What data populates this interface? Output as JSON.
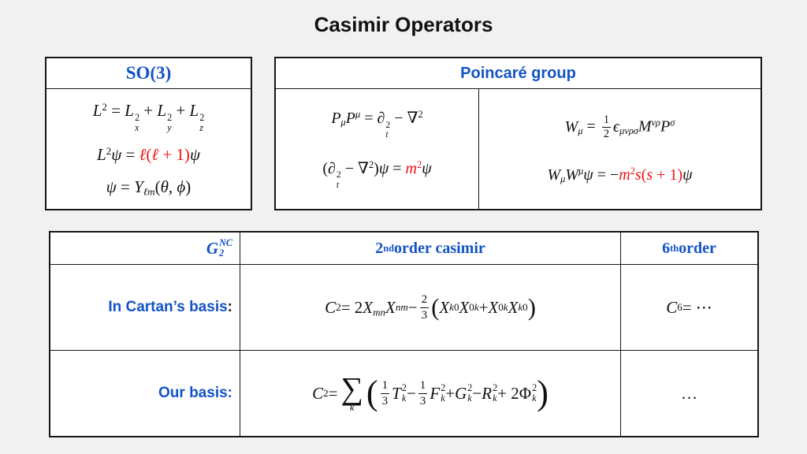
{
  "title": "Casimir Operators",
  "colors": {
    "blue": "#1353C8",
    "red": "#EE1111",
    "ink": "#111111",
    "bg": "#F1F1F1",
    "line": "#161616",
    "panel": "#FFFFFF"
  },
  "so3": {
    "header": "SO(3)",
    "lines_html": [
      "<i>L</i><sup>2</sup> = <i>L</i><span class='ss'><span>2</span><span><i>x</i></span></span> + <i>L</i><span class='ss'><span>2</span><span><i>y</i></span></span> + <i>L</i><span class='ss'><span>2</span><span><i>z</i></span></span>",
      "<i>L</i><sup>2</sup><i>ψ</i> = <span class='red'><i>ℓ</i>(<i>ℓ</i> + 1)</span><i>ψ</i>",
      "<i>ψ</i> = <i>Y</i><sub><i>ℓm</i></sub>(<i>θ</i>, <i>ϕ</i>)"
    ]
  },
  "poincare": {
    "header": "Poincaré group",
    "left_lines_html": [
      "<i>P<sub>μ</sub>P</i><sup><i>μ</i></sup> = <i>∂</i><span class='ss'><span>2</span><span><i>t</i></span></span> − ∇<sup>2</sup>",
      "(<i>∂</i><span class='ss'><span>2</span><span><i>t</i></span></span> − ∇<sup>2</sup>)<i>ψ</i> = <span class='red'><i>m</i><sup>2</sup></span><i>ψ</i>"
    ],
    "right_lines_html": [
      "<i>W<sub>μ</sub></i> = <span class='frac'><span>1</span><span>2</span></span><i>ϵ<sub>μνρσ</sub></i><i>M</i><sup><i>νρ</i></sup><i>P</i><sup><i>σ</i></sup>",
      "<i>W<sub>μ</sub>W</i><sup><i>μ</i></sup><i>ψ</i> = −<span class='red'><i>m</i><sup>2</sup><i>s</i>(<i>s</i> + 1)</span><i>ψ</i>"
    ]
  },
  "table": {
    "headers": {
      "col1_html": "<i>G</i><span class='ss'><span><i>NC</i></span><span>2</span></span>",
      "col2_html": "2<sup>nd</sup> order casimir",
      "col3_html": "6<sup>th</sup> order"
    },
    "rows": [
      {
        "label_html": "<span class='lbl'>In Cartan’s basis</span><span class='colon'>:</span>",
        "formula_html": "<i>C</i><sub>2</sub> = 2<i>X<sub>mn</sub>X</i><sup><i>nm</i></sup> − <span class='frac'><span>2</span><span>3</span></span><span class='bigp'>(</span><i>X</i><sub><i>k</i>0</sub><i>X</i><sup>0<i>k</i></sup> + <i>X</i><sub>0<i>k</i></sub><i>X</i><sup><i>k</i>0</sup><span class='bigp'>)</span>",
        "right_html": "<i>C</i><sub>6</sub> = ⋯"
      },
      {
        "label_html": "<span class='lbl'>Our basis:</span>",
        "formula_html": "<i>C</i><sub>2</sub> = <span class='sum'><span class='sig'>∑</span><span class='und'><i>k</i></span></span><span class='bigp2'>(</span><span class='frac'><span>1</span><span>3</span></span><i>T</i><span class='ss'><span>2</span><span><i>k</i></span></span> − <span class='frac'><span>1</span><span>3</span></span><i>F</i><span class='ss'><span>2</span><span><i>k</i></span></span> + <i>G</i><span class='ss'><span>2</span><span><i>k</i></span></span> − <i>R</i><span class='ss'><span>2</span><span><i>k</i></span></span> + 2Φ<span class='ss'><span>2</span><span><i>k</i></span></span><span class='bigp2'>)</span>",
        "right_html": "…"
      }
    ]
  }
}
